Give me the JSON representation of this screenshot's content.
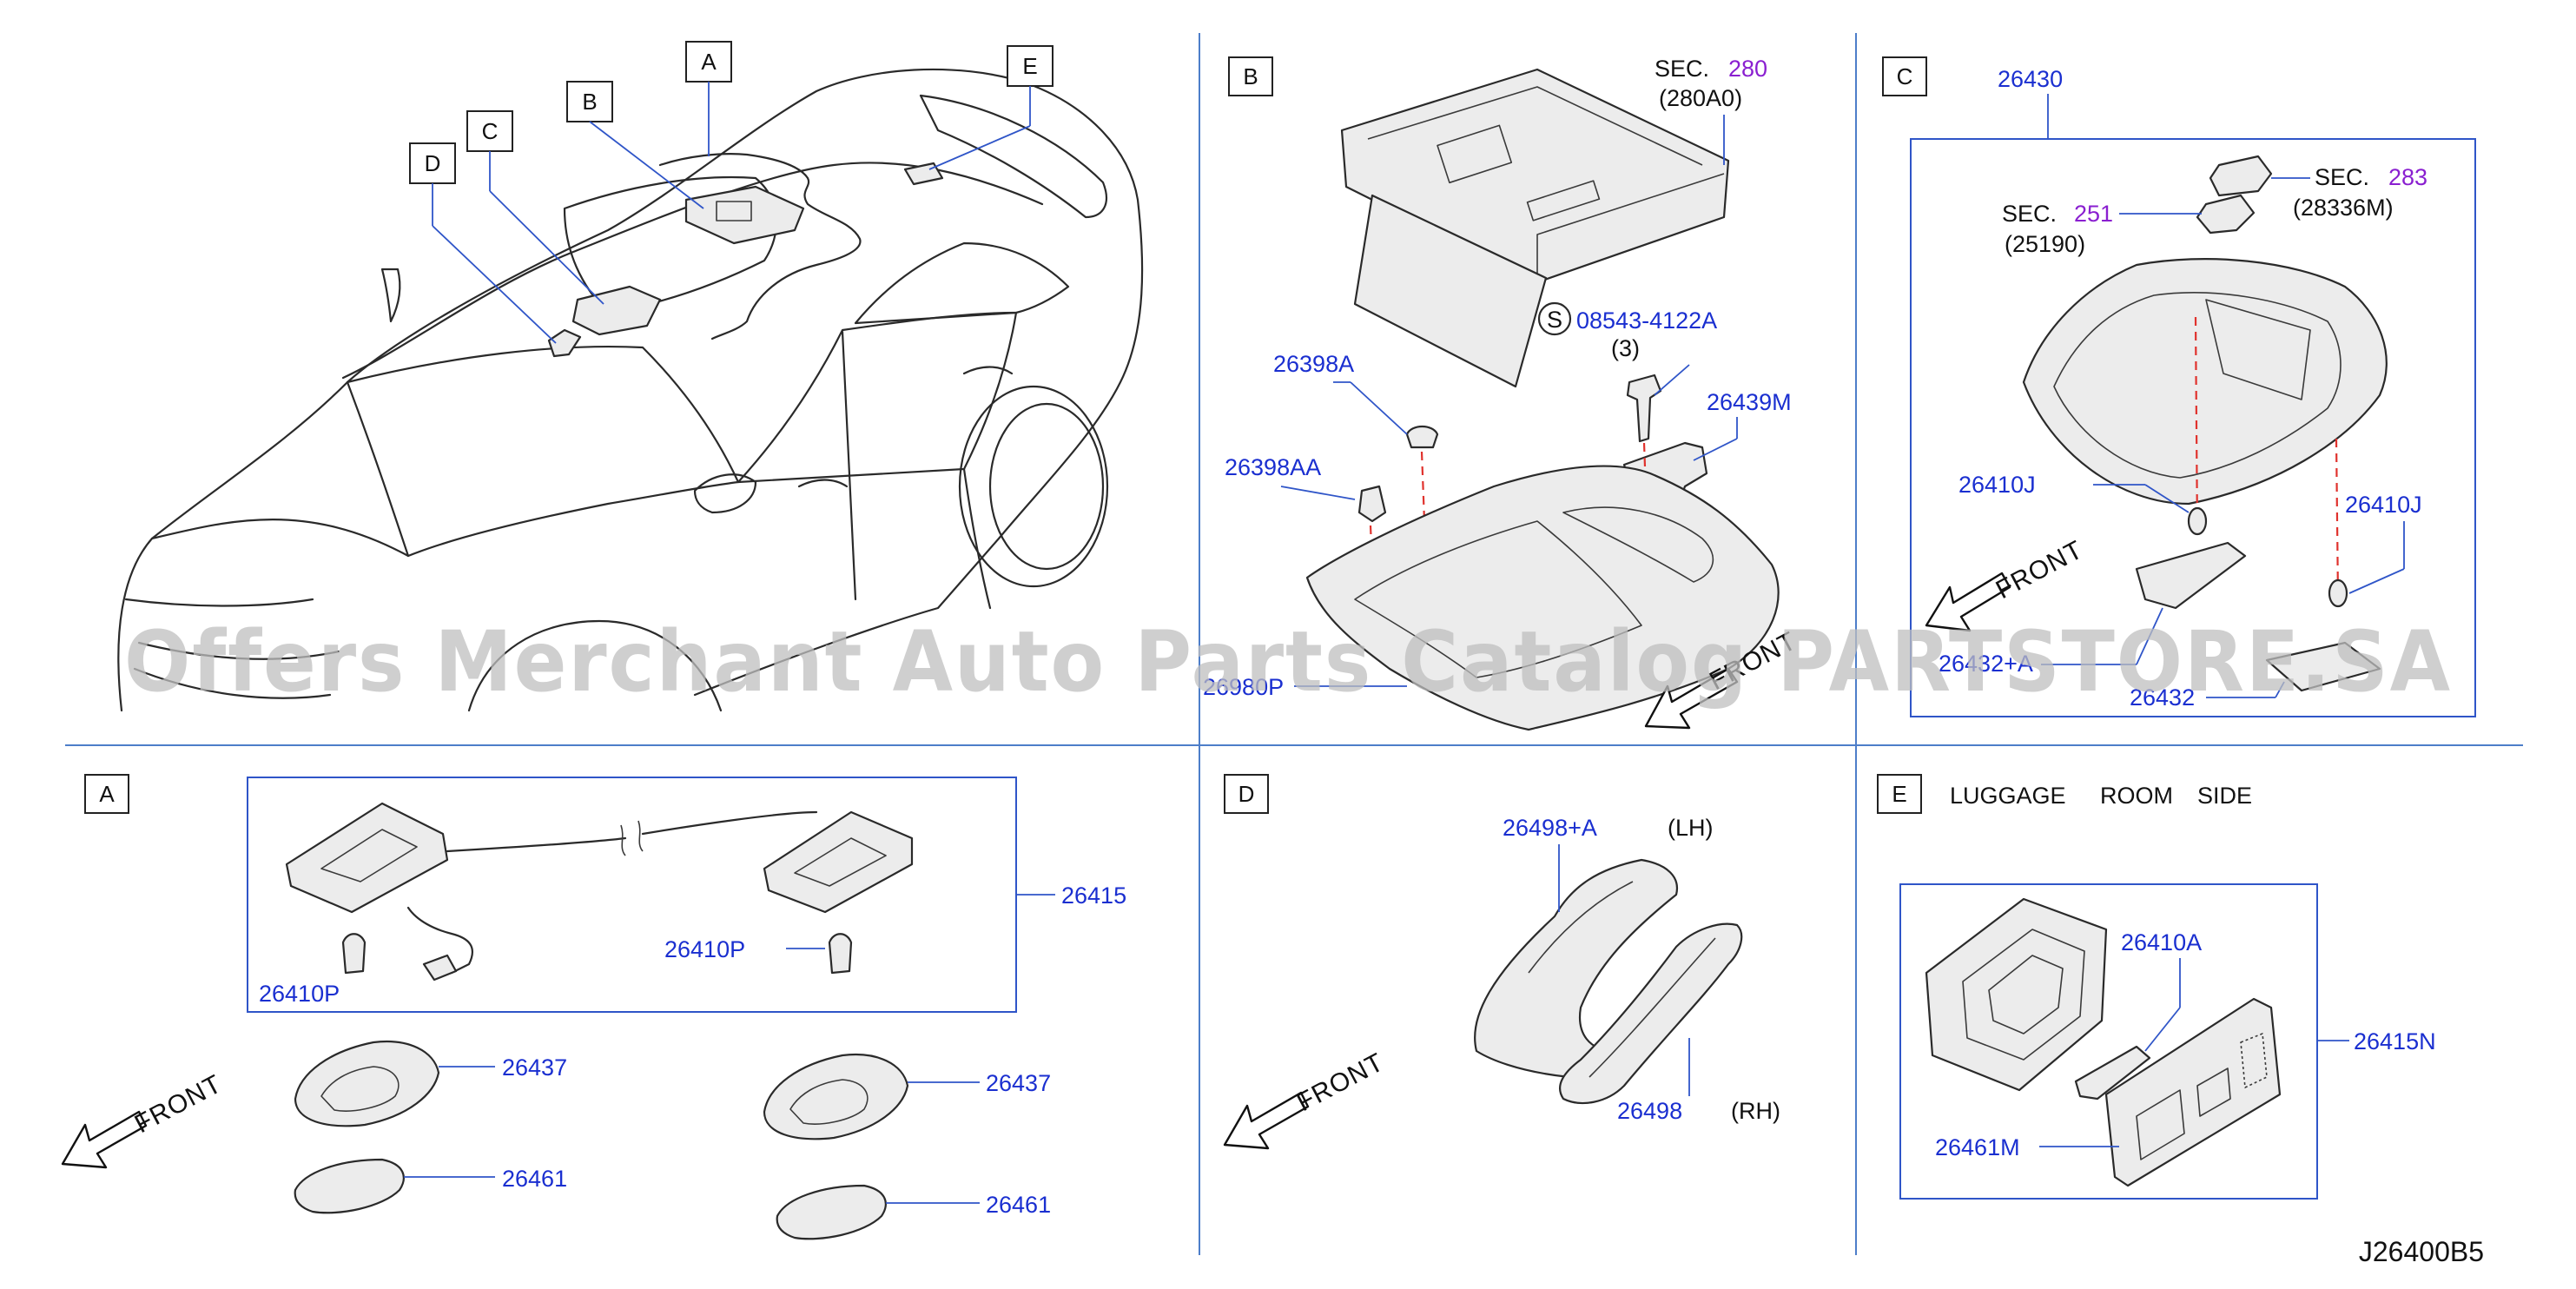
{
  "diagram_code": "J26400B5",
  "watermark": "Offers Merchant Auto Parts Catalog PARTSTORE.SA",
  "front_label": "FRONT",
  "section_labels": {
    "A": "A",
    "B": "B",
    "C": "C",
    "D": "D",
    "E": "E"
  },
  "overview_callouts": {
    "A": "A",
    "B": "B",
    "C": "C",
    "D": "D",
    "E": "E"
  },
  "section_B": {
    "sec_prefix": "SEC.",
    "sec_number": "280",
    "sec_sub": "(280A0)",
    "screw_symbol": "S",
    "screw_part": "08543-4122A",
    "screw_qty": "(3)",
    "parts": {
      "clip_a": "26398A",
      "clip_aa": "26398AA",
      "bracket": "26439M",
      "base": "26980P"
    }
  },
  "section_C": {
    "assembly": "26430",
    "sec251_prefix": "SEC.",
    "sec251_number": "251",
    "sec251_sub": "(25190)",
    "sec283_prefix": "SEC.",
    "sec283_number": "283",
    "sec283_sub": "(28336M)",
    "bulb_left": "26410J",
    "bulb_right": "26410J",
    "lens_left": "26432+A",
    "lens_right": "26432"
  },
  "section_A": {
    "assembly": "26415",
    "bulb_left": "26410P",
    "bulb_right": "26410P",
    "housing_left": "26437",
    "housing_right": "26437",
    "lens_left": "26461",
    "lens_right": "26461"
  },
  "section_D": {
    "visor_lh": "26498+A",
    "lh_tag": "(LH)",
    "visor_rh": "26498",
    "rh_tag": "(RH)"
  },
  "section_E": {
    "title_words": [
      "LUGGAGE",
      "ROOM",
      "SIDE"
    ],
    "bulb": "26410A",
    "lamp": "26415N",
    "lens": "26461M"
  }
}
